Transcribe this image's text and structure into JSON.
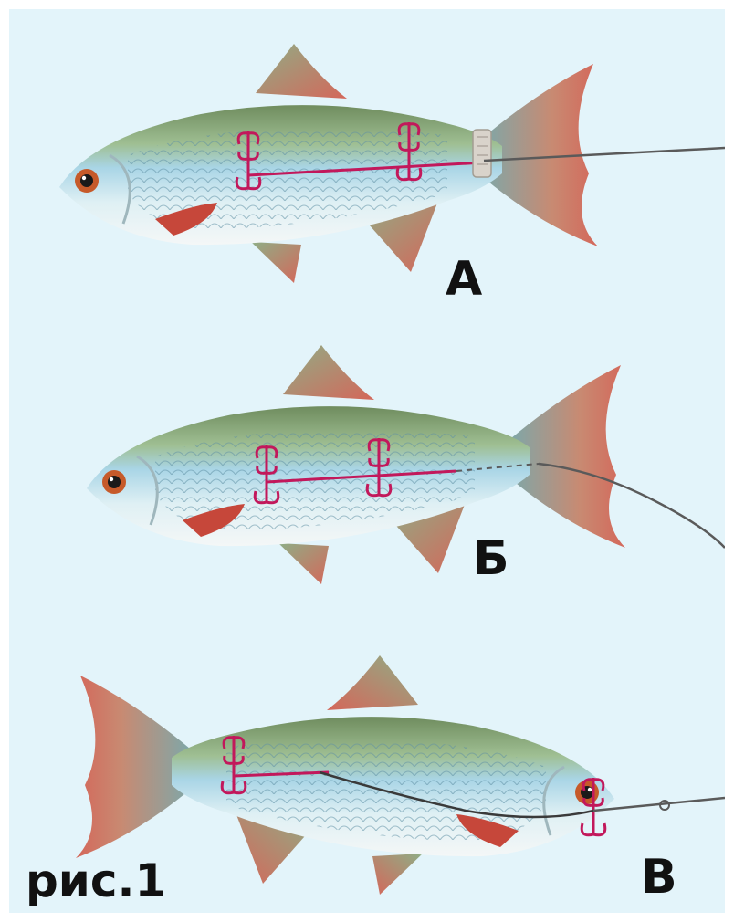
{
  "figure_label": "рис.1",
  "variants": [
    {
      "label": "А"
    },
    {
      "label": "Б"
    },
    {
      "label": "В"
    }
  ],
  "colors": {
    "background": "#e3f4fa",
    "fish_back": "#7f9a6e",
    "fish_side": "#a9d5e6",
    "fish_belly": "#f1f6f6",
    "fins": "#cf6a5c",
    "hooks": "#c2185b",
    "line": "#5a5a5a"
  }
}
